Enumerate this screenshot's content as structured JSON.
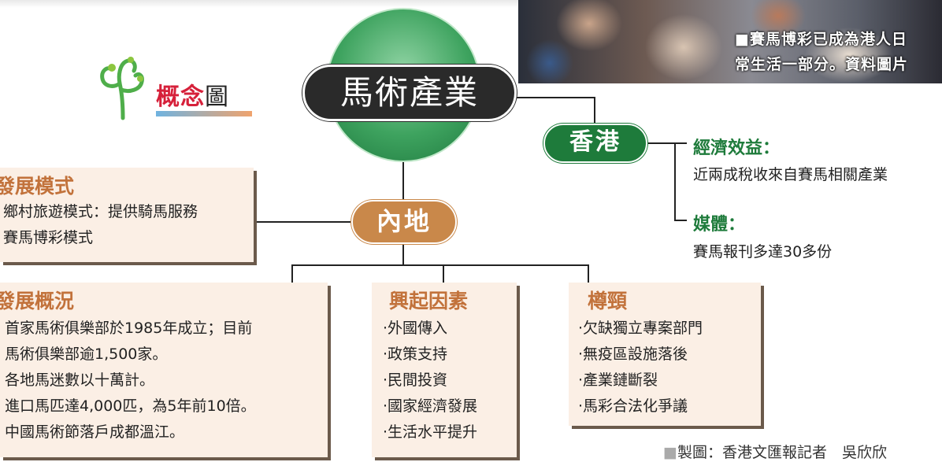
{
  "photo": {
    "caption_line1": "■賽馬博彩已成為港人日",
    "caption_line2": "常生活一部分。資料圖片"
  },
  "logo": {
    "word_red": "概念",
    "word_black": "圖"
  },
  "center": {
    "title": "馬術產業"
  },
  "hong_kong": {
    "label": "香港",
    "items": [
      {
        "heading": "經濟效益：",
        "text": "近兩成稅收來自賽馬相關產業"
      },
      {
        "heading": "媒體：",
        "text": "賽馬報刊多達30多份"
      }
    ]
  },
  "mainland": {
    "label": "內地",
    "development_model": {
      "heading": "發展模式",
      "lines": [
        "鄉村旅遊模式：提供騎馬服務",
        "賽馬博彩模式"
      ]
    },
    "development_status": {
      "heading": "發展概況",
      "lines": [
        "首家馬術俱樂部於1985年成立；目前",
        "馬術俱樂部逾1,500家。",
        "各地馬迷數以十萬計。",
        "進口馬匹達4,000匹，為5年前10倍。",
        "中國馬術節落戶成都溫江。"
      ]
    },
    "rise_factors": {
      "heading": "興起因素",
      "lines": [
        "·外國傳入",
        "·政策支持",
        "·民間投資",
        "·國家經濟發展",
        "·生活水平提升"
      ]
    },
    "bottlenecks": {
      "heading": "樽頸",
      "lines": [
        "·欠缺獨立專案部門",
        "·無疫區設施落後",
        "·產業鏈斷裂",
        "·馬彩合法化爭議"
      ]
    }
  },
  "credit": {
    "square": "■",
    "text": "製圖：香港文匯報記者　吳欣欣"
  },
  "colors": {
    "green": "#1e7b3b",
    "brown": "#c9884a",
    "box_bg": "#fbefe5",
    "heading_orange": "#c2723b",
    "red": "#d6203a"
  }
}
